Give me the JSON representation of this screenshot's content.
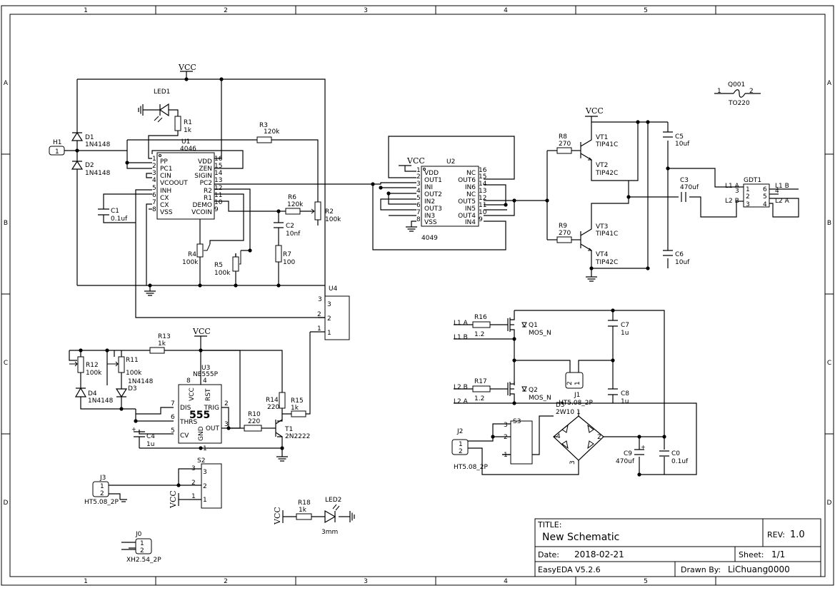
{
  "frame": {
    "cols": [
      "1",
      "2",
      "3",
      "4",
      "5"
    ],
    "rows": [
      "A",
      "B",
      "C",
      "D"
    ]
  },
  "title_block": {
    "title_label": "TITLE:",
    "title": "New Schematic",
    "rev_label": "REV:",
    "rev": "1.0",
    "date_label": "Date:",
    "date": "2018-02-21",
    "sheet_label": "Sheet:",
    "sheet": "1/1",
    "tool": "EasyEDA V5.2.6",
    "drawn_label": "Drawn By:",
    "drawn_by": "LiChuang0000"
  },
  "nets": {
    "vcc": "VCC"
  },
  "components": {
    "u1": {
      "ref": "U1",
      "value": "4046",
      "left_pins": [
        "1",
        "2",
        "3",
        "4",
        "5",
        "6",
        "7",
        "8"
      ],
      "left_names": [
        "PP",
        "PC1",
        "CIN",
        "VCOOUT",
        "INH",
        "CX",
        "CX",
        "VSS"
      ],
      "right_pins": [
        "16",
        "15",
        "14",
        "13",
        "12",
        "11",
        "10",
        "9"
      ],
      "right_names": [
        "VDD",
        "ZEN",
        "SIGIN",
        "PC2",
        "R2",
        "R1",
        "DEMO",
        "VCOIN"
      ]
    },
    "u2": {
      "ref": "U2",
      "value": "4049",
      "left_pins": [
        "1",
        "2",
        "3",
        "4",
        "5",
        "6",
        "7",
        "8"
      ],
      "left_names": [
        "VDD",
        "OUT1",
        "INI",
        "OUT2",
        "IN2",
        "OUT3",
        "IN3",
        "VSS"
      ],
      "right_pins": [
        "16",
        "15",
        "14",
        "13",
        "12",
        "11",
        "10",
        "9"
      ],
      "right_names": [
        "NC",
        "OUT6",
        "IN6",
        "NC",
        "OUT5",
        "IN5",
        "OUT4",
        "IN4"
      ]
    },
    "u3": {
      "ref": "U3",
      "value": "NE555P",
      "big": "555",
      "pins_top": [
        "8",
        "4"
      ],
      "names_top": [
        "VCC",
        "RST"
      ],
      "pins_left": [
        "7",
        "6",
        "5"
      ],
      "names_left": [
        "DIS",
        "THRS",
        "CV"
      ],
      "pins_right": [
        "2",
        "3"
      ],
      "names_right": [
        "TRIG",
        "OUT"
      ],
      "pin_bottom": "1",
      "name_bottom": "GND"
    },
    "u4": {
      "ref": "U4",
      "pins": [
        "3",
        "2",
        "1"
      ]
    },
    "h1": {
      "ref": "H1",
      "pin": "1"
    },
    "led1": {
      "ref": "LED1"
    },
    "led2": {
      "ref": "LED2",
      "value": "3mm"
    },
    "r1": {
      "ref": "R1",
      "value": "1k"
    },
    "r2": {
      "ref": "R2",
      "value": "100k"
    },
    "r3": {
      "ref": "R3",
      "value": "120k"
    },
    "r4": {
      "ref": "R4",
      "value": "100k"
    },
    "r5": {
      "ref": "R5",
      "value": "100k"
    },
    "r6": {
      "ref": "R6",
      "value": "120k"
    },
    "r7": {
      "ref": "R7",
      "value": "100"
    },
    "r8": {
      "ref": "R8",
      "value": "270"
    },
    "r9": {
      "ref": "R9",
      "value": "270"
    },
    "r10": {
      "ref": "R10",
      "value": "220"
    },
    "r11": {
      "ref": "R11",
      "value": "100k"
    },
    "r12": {
      "ref": "R12",
      "value": "100k"
    },
    "r13": {
      "ref": "R13",
      "value": "1k"
    },
    "r14": {
      "ref": "R14",
      "value": "220"
    },
    "r15": {
      "ref": "R15",
      "value": "1k"
    },
    "r16": {
      "ref": "R16",
      "value": "1.2"
    },
    "r17": {
      "ref": "R17",
      "value": "1.2"
    },
    "r18": {
      "ref": "R18",
      "value": "1k"
    },
    "d1": {
      "ref": "D1",
      "value": "1N4148"
    },
    "d2": {
      "ref": "D2",
      "value": "1N4148"
    },
    "d3": {
      "ref": "D3",
      "value": "1N4148"
    },
    "d4": {
      "ref": "D4",
      "value": "1N4148"
    },
    "d5": {
      "ref": "D5",
      "value": "2W10"
    },
    "c0": {
      "ref": "C0",
      "value": "0.1uf"
    },
    "c1": {
      "ref": "C1",
      "value": "0.1uf"
    },
    "c2": {
      "ref": "C2",
      "value": "10nf"
    },
    "c3": {
      "ref": "C3",
      "value": "470uf"
    },
    "c4": {
      "ref": "C4",
      "value": "1u"
    },
    "c5": {
      "ref": "C5",
      "value": "10uf"
    },
    "c6": {
      "ref": "C6",
      "value": "10uf"
    },
    "c7": {
      "ref": "C7",
      "value": "1u"
    },
    "c8": {
      "ref": "C8",
      "value": "1u"
    },
    "c9": {
      "ref": "C9",
      "value": "470uf"
    },
    "vt1": {
      "ref": "VT1",
      "value": "TIP41C"
    },
    "vt2": {
      "ref": "VT2",
      "value": "TIP42C"
    },
    "vt3": {
      "ref": "VT3",
      "value": "TIP41C"
    },
    "vt4": {
      "ref": "VT4",
      "value": "TIP42C"
    },
    "t1": {
      "ref": "T1",
      "value": "2N2222"
    },
    "q1": {
      "ref": "Q1",
      "value": "MOS_N"
    },
    "q2": {
      "ref": "Q2",
      "value": "MOS_N"
    },
    "q001": {
      "ref": "Q001",
      "value": "TO220",
      "pin1": "1",
      "pin2": "2"
    },
    "gdt1": {
      "ref": "GDT1",
      "pins_left": [
        "1",
        "2",
        "3"
      ],
      "pins_right": [
        "6",
        "5",
        "4"
      ]
    },
    "j0": {
      "ref": "J0",
      "value": "XH2.54_2P"
    },
    "j1": {
      "ref": "J1",
      "value": "HT5.08_2P"
    },
    "j2": {
      "ref": "J2",
      "value": "HT5.08_2P"
    },
    "j3": {
      "ref": "J3",
      "value": "HT5.08_2P"
    },
    "s2": {
      "ref": "S2"
    },
    "s3": {
      "ref": "S3"
    }
  },
  "net_labels": {
    "l1a": "L1 A",
    "l1b": "L1 B",
    "l2a": "L2 A",
    "l2b": "L2 B"
  },
  "bridge_pins": [
    "1",
    "2",
    "3",
    "4"
  ]
}
